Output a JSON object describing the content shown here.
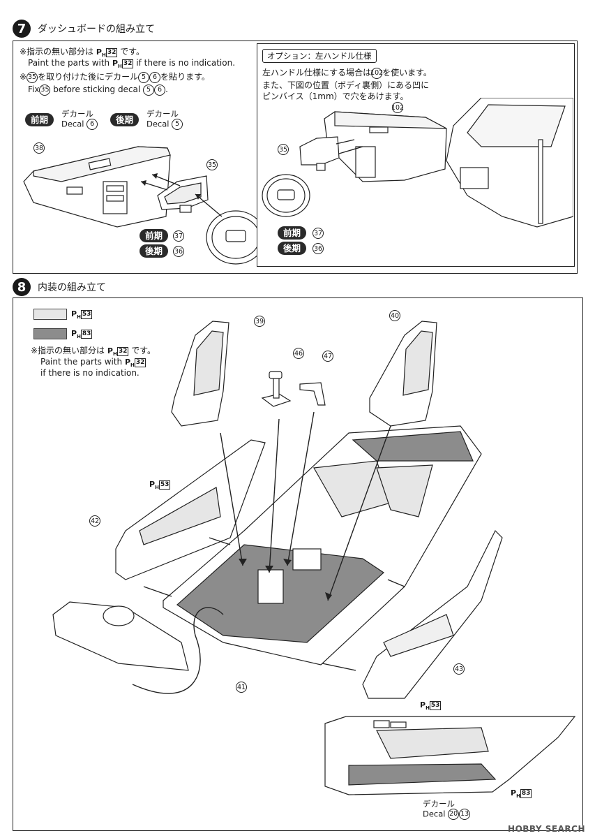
{
  "step7": {
    "number": "7",
    "title": "ダッシュボードの組み立て",
    "note_jp": "※指示の無い部分は",
    "note_jp_suffix": "です。",
    "note_en_1": "Paint the parts with",
    "note_en_1_suffix": "if there is no indication.",
    "paint_code": "32",
    "fix_jp": "を取り付けた後にデカール",
    "fix_jp_suffix": "を貼ります。",
    "fix_en": "Fix",
    "fix_en_mid": "before sticking decal",
    "part_fix": "35",
    "decal_a": "5",
    "decal_b": "6",
    "badge_early": "前期",
    "badge_late": "後期",
    "decal_jp": "デカール",
    "decal_en": "Decal",
    "decal_early_num": "6",
    "decal_late_num": "5",
    "parts": {
      "dashboard": "38",
      "bezel": "35",
      "wheel_early": "37",
      "wheel_late": "36"
    }
  },
  "option": {
    "title": "オプション：左ハンドル仕様",
    "line1": "左ハンドル仕様にする場合は",
    "line1_part": "102",
    "line1_suffix": "を使います。",
    "line2": "また、下図の位置（ボディ裏側）にある凹に",
    "line3": "ピンバイス（1mm）で穴をあけます。",
    "parts": {
      "dashboard": "102",
      "bezel": "35",
      "wheel_early": "37",
      "wheel_late": "36"
    },
    "badge_early": "前期",
    "badge_late": "後期"
  },
  "step8": {
    "number": "8",
    "title": "内装の組み立て",
    "legend": [
      {
        "code": "53",
        "color": "#e6e6e6"
      },
      {
        "code": "83",
        "color": "#8c8c8c"
      }
    ],
    "note_jp": "※指示の無い部分は",
    "note_jp_suffix": "です。",
    "note_en_1": "Paint the parts with",
    "note_en_2": "if there is no indication.",
    "paint_code": "32",
    "parts": {
      "seat_left": "39",
      "seat_right": "40",
      "shifter": "46",
      "brake": "47",
      "door_left": "42",
      "door_right": "43",
      "tub": "41"
    },
    "door_panel_code": "53",
    "inset_code_top": "53",
    "inset_code_bottom": "83",
    "inset_decal_jp": "デカール",
    "inset_decal_en": "Decal",
    "inset_decal_num_a": "20",
    "inset_decal_num_b": "13"
  },
  "footer": "HOBBY SEARCH",
  "colors": {
    "light": "#e6e6e6",
    "dark": "#8c8c8c",
    "ink": "#1a1a1a"
  }
}
